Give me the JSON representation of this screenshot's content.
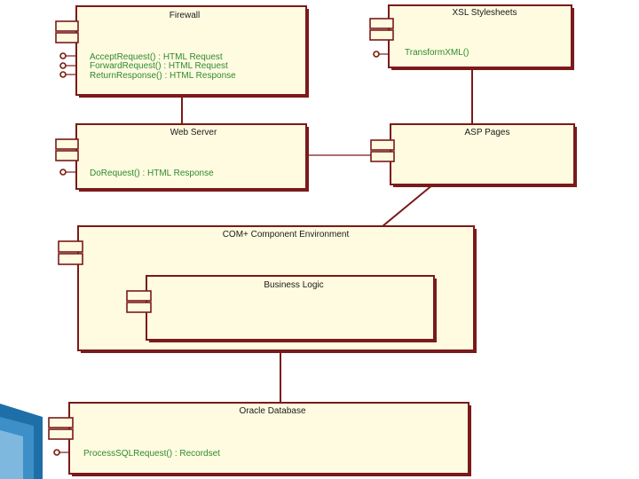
{
  "components": {
    "firewall": {
      "title": "Firewall",
      "operations": [
        "AcceptRequest() : HTML Request",
        "ForwardRequest() : HTML Request",
        "ReturnResponse() : HTML Response"
      ]
    },
    "xsl": {
      "title": "XSL Stylesheets",
      "operations": [
        "TransformXML()"
      ]
    },
    "webserver": {
      "title": "Web Server",
      "operations": [
        "DoRequest() : HTML Response"
      ]
    },
    "asp": {
      "title": "ASP Pages",
      "operations": []
    },
    "com": {
      "title": "COM+ Component Environment",
      "operations": []
    },
    "business": {
      "title": "Business Logic",
      "operations": []
    },
    "oracle": {
      "title": "Oracle Database",
      "operations": [
        "ProcessSQLRequest() : Recordset"
      ]
    }
  },
  "colors": {
    "border": "#7a1a1a",
    "fill": "#fffbe0",
    "operation_text": "#2e8b2e",
    "title_text": "#1a1a1a",
    "corner_accent": "#1e6fa8"
  }
}
